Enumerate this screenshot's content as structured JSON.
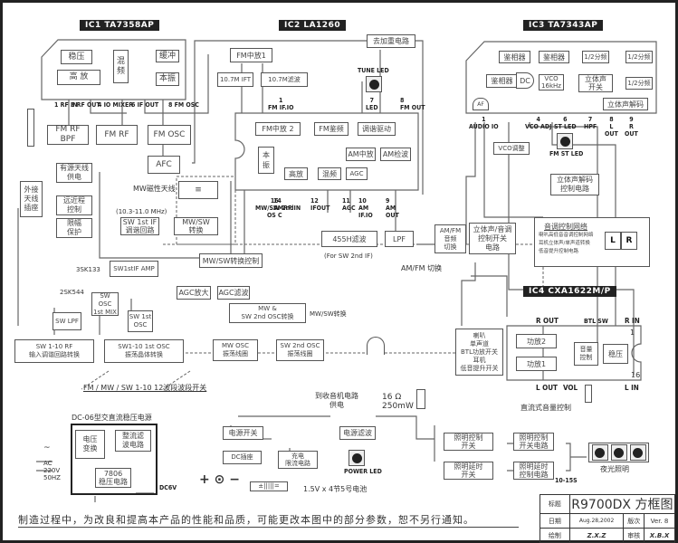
{
  "title_block": {
    "title_label": "标题",
    "title": "R9700DX 方框图",
    "date_label": "日期",
    "date": "Aug.28,2002",
    "version_label": "版次",
    "version": "Ver. 8",
    "drawn_label": "绘制",
    "drawn_by": "Z.X.Z",
    "review_label": "审核",
    "reviewed_by": "X.B.X"
  },
  "notice": "制造过程中，为改良和提高本产品的性能和品质，可能更改本图中的部分参数，恕不另行通知。",
  "ics": {
    "ic1": "IC1   TA7358AP",
    "ic2": "IC2   LA1260",
    "ic3": "IC3   TA7343AP",
    "ic4": "IC4  CXA1622M/P"
  },
  "ic1": {
    "blocks": {
      "regulator": "稳压",
      "rf_amp": "高 放",
      "mixer": "混\n频",
      "buffer": "缓冲",
      "local_osc": "本振"
    },
    "pins": [
      {
        "num": "1",
        "name": "RF IN"
      },
      {
        "num": "3",
        "name": "RF OUT"
      },
      {
        "num": "4",
        "name": "IO MIXER"
      },
      {
        "num": "6",
        "name": "IF OUT"
      },
      {
        "num": "8",
        "name": "FM OSC"
      }
    ]
  },
  "ic2": {
    "blocks": {
      "fm_if1": "FM中放1",
      "ift": "10.7M IFT",
      "filter": "10.7M滤波",
      "deemph": "去加重电路",
      "fm_if2": "FM中放 2",
      "fm_det": "FM鉴频",
      "tune_drv": "调谐驱动",
      "am_if": "AM中放",
      "am_det": "AM检波",
      "local_osc": "本\n振",
      "rf_amp": "高放",
      "mixer": "混频",
      "agc": "AGC"
    },
    "tune_led": "TUNE LED",
    "pins": [
      {
        "num": "1",
        "name": "FM IF.IO"
      },
      {
        "num": "7",
        "name": "LED"
      },
      {
        "num": "8",
        "name": "FM OUT"
      },
      {
        "num": "16",
        "name": "MW/SW 2nd\nOS C"
      },
      {
        "num": "14",
        "name": "AMRF IN"
      },
      {
        "num": "12",
        "name": "IFOUT"
      },
      {
        "num": "11",
        "name": "AGC"
      },
      {
        "num": "10",
        "name": "AM\nIF.IO"
      },
      {
        "num": "9",
        "name": "AM\nOUT"
      }
    ]
  },
  "ic3": {
    "blocks": {
      "pd1": "鉴相器",
      "pd2": "鉴相器",
      "pd3": "鉴相器",
      "div1": "1/2分频",
      "div2": "1/2分频",
      "div3": "1/2分频",
      "dc": "DC",
      "vco": "VCO\n16kHz",
      "st_switch": "立体声\n开关",
      "st_decoder": "立体声解码",
      "af": "AF"
    },
    "pins": [
      {
        "num": "1",
        "name": "AUDIO IO"
      },
      {
        "num": "4",
        "name": "VCO ADJ"
      },
      {
        "num": "6",
        "name": "ST LED"
      },
      {
        "num": "7",
        "name": "HPF"
      },
      {
        "num": "8",
        "name": "L\nOUT"
      },
      {
        "num": "9",
        "name": "R\nOUT"
      }
    ],
    "vco_adj": "VCO调整",
    "st_led": "FM ST LED"
  },
  "front_end": {
    "fm_rf_bpf": "FM RF BPF",
    "fm_rf": "FM RF",
    "fm_osc": "FM OSC",
    "afc": "AFC",
    "ext_ant": "外接\n天线\n插座",
    "active_ant": "有源天线\n供电",
    "dx_local": "远近程\n控制",
    "limiter": "限幅\n保护",
    "mw_ant_label": "MW磁性天线",
    "sw_if_range": "(10.3-11.0 MHz)",
    "sw_1st_if": "SW 1st IF\n调谐回路",
    "mw_sw_switch": "MW/SW\n转换",
    "mw_sw_ctrl": "MW/SW转换控制",
    "sw_1st_amp": "SW1stIF AMP",
    "q_3sk133": "3SK133",
    "q_2sk544": "2SK544",
    "sw_osc_mix": "SW OSC\n1st MIX",
    "sw_1st_osc": "SW 1st\nOSC",
    "sw_lpf": "SW LPF",
    "agc_amp": "AGC放大",
    "agc_filter": "AGC滤波",
    "sw_rf_sel": "SW 1-10 RF\n输入调谐回路转换",
    "sw_osc_xtal": "SW1-10 1st OSC\n振荡晶体转换",
    "mw_sw_2nd": "MW &\nSW 2nd OSC转换",
    "mw_sw_sw_label": "MW/SW转换",
    "mw_osc_coil": "MW OSC\n振荡线圈",
    "sw_osc_coil": "SW 2nd OSC\n振荡线圈",
    "band_switch": "FM / MW / SW 1-10 12波段波段开关",
    "filter_455": "455H滤波",
    "filter_455_note": "(For SW 2nd IF)",
    "lpf": "LPF",
    "am_fm_switch_label": "AM/FM 切换"
  },
  "audio": {
    "am_fm_audio": "AM/FM\n音频\n切换",
    "stereo_tone_switch": "立体声/音调\n控制开关\n电路",
    "st_decode_ctrl": "立体声解码\n控制电路",
    "tone_network_title": "音调控制网络",
    "tone_network_lines": [
      "喇叭高低音音调控制网络",
      "耳机立体声/单声道转换",
      "低音提升控制电路"
    ],
    "l": "L",
    "r": "R",
    "btl_switch": "喇叭\n单声道\nBTL功放开关\n耳机\n低音提升开关",
    "pa2": "功放2",
    "pa1": "功放1",
    "volume": "音量\n控制",
    "regulator": "稳压",
    "r_out": "R OUT",
    "btl_sw": "BTL SW",
    "r_in": "R IN",
    "l_out": "L OUT",
    "vol": "VOL",
    "l_in": "L IN",
    "pin1": "1",
    "pin16": "16",
    "dc_volume": "直流式音量控制",
    "speaker": "16 Ω\n250mW"
  },
  "power": {
    "psu_title": "DC-06型交直流稳压电源",
    "transformer": "电压\n变换",
    "rectifier": "整流滤\n波电路",
    "reg_7806": "7806\n稳压电路",
    "ac_in": "AC\n220V\n50HZ",
    "dc_out": "DC6V",
    "power_switch": "电源开关",
    "dc_jack": "DC插座",
    "charge": "充电\n限流电路",
    "battery": "1.5V x 4节5号电池",
    "pwr_filter": "电源滤波",
    "to_radio": "到收音机电路\n供电",
    "power_led": "POWER LED",
    "light_sw": "照明控制\n开关",
    "light_ctrl": "照明控制\n开关电路",
    "delay_sw": "照明延时\n开关",
    "delay_ctrl": "照明延时\n控制电路",
    "delay_time": "10-15S",
    "night_light": "夜光照明"
  }
}
